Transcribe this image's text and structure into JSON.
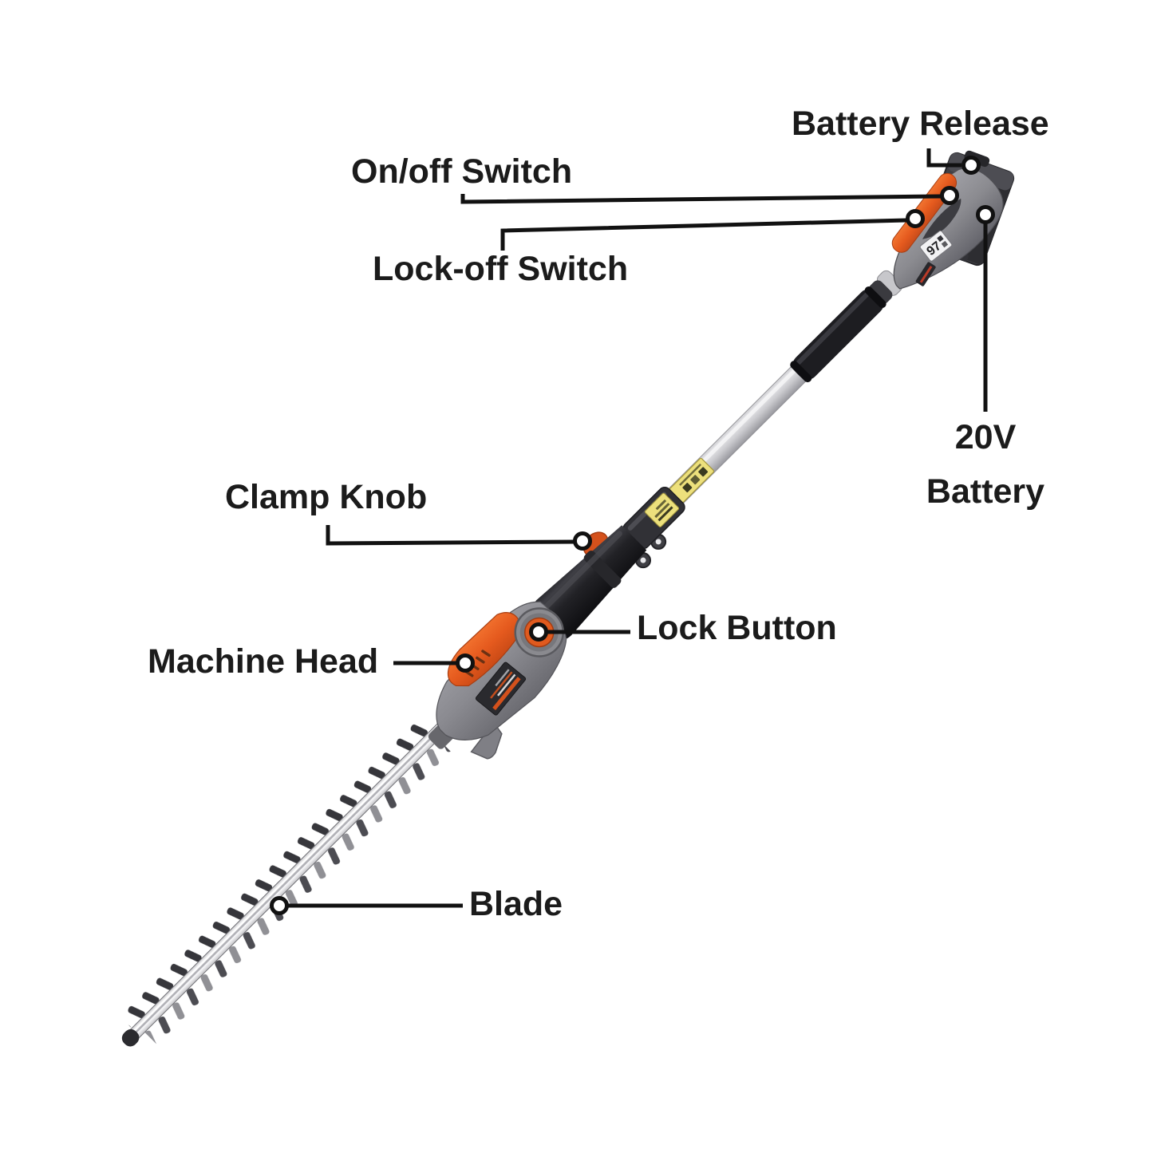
{
  "labels": {
    "battery_release": "Battery Release",
    "on_off_switch": "On/off Switch",
    "lock_off_switch": "Lock-off Switch",
    "battery_20v_line1": "20V",
    "battery_20v_line2": "Battery",
    "clamp_knob": "Clamp Knob",
    "lock_button": "Lock Button",
    "machine_head": "Machine Head",
    "blade": "Blade"
  },
  "device": {
    "sticker_97": "97"
  },
  "colors": {
    "accent_orange": "#E2571E",
    "body_gray": "#86868B",
    "dark_gray": "#232327",
    "pole_silver": "#C6C6CA",
    "warning_yellow": "#EDE07C",
    "label_text": "#1B1B1B",
    "leader_line": "#111111"
  }
}
